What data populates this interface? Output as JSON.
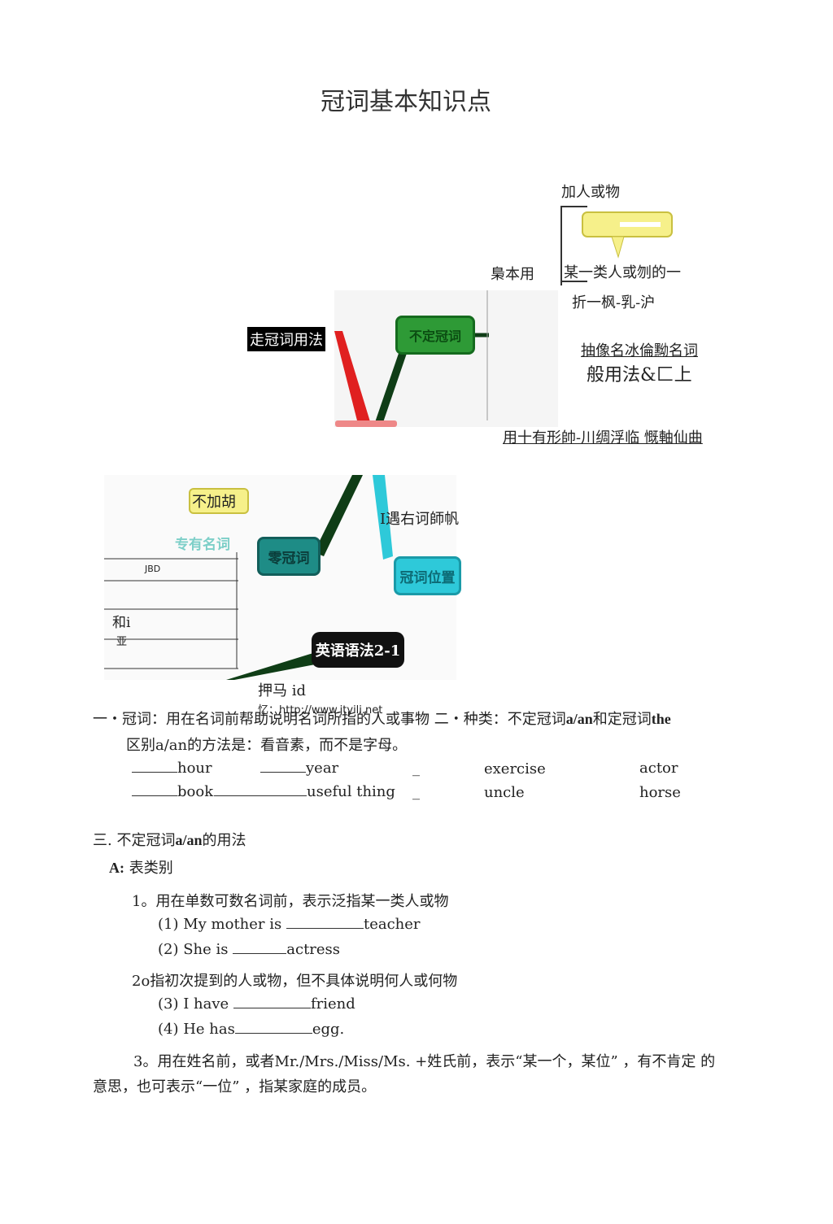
{
  "page": {
    "title": "冠词基本知识点"
  },
  "mindmap": {
    "label_add_people": "加人或物",
    "label_basic_use": "梟本用",
    "label_class": "某一类人或刎的一",
    "label_compare": "折一枫-乳-沪",
    "label_abstract": "抽像名冰倫黝名词",
    "label_general": "般用法&匚上",
    "label_sentence": "用十有形帥-川绸浮临 慨軸仙曲",
    "label_zero_usage": "走冠词用法",
    "node_indefinite": "不定冠词",
    "label_no_add": "不加胡",
    "node_proper": "专有名词",
    "node_zero": "零冠词",
    "label_meet": "I遇右诃師帆",
    "node_position": "冠词位置",
    "node_grammar": "英语语法2-1",
    "left_small_1": "JBD",
    "left_small_2": "和i",
    "left_small_3": "亚",
    "label_ya": "押马 id",
    "label_url": "忆：http://www.jtyili.net"
  },
  "section1": {
    "line": "一・冠词：用在名词前帮助说明名词所指的人或事物  二・种类：不定冠词",
    "aan": "a/an",
    "and": "和定冠词",
    "the": "the",
    "rule": "区别a/an的方法是：看音素，而不是字母。",
    "words_row1": [
      "hour",
      "year",
      "exercise",
      "actor"
    ],
    "words_row2": [
      "book",
      "useful thing",
      "uncle",
      "horse"
    ],
    "dash": "_"
  },
  "section3": {
    "heading_pre": "三. 不定冠词",
    "heading_bold": "a/an",
    "heading_post": "的用法",
    "a_label": "A:",
    "a_text": "表类别",
    "item1": "1。用在单数可数名词前，表示泛指某一类人或物",
    "ex1_pre": "(1)  My mother is",
    "ex1_post": "teacher",
    "ex2_pre": "(2)  She is",
    "ex2_post": "actress",
    "item2": "2o指初次提到的人或物，但不具体说明何人或何物",
    "ex3_pre": "(3)  I have",
    "ex3_post": "friend",
    "ex4_pre": "(4)  He has",
    "ex4_post": "egg.",
    "item3_line1": "3。用在姓名前，或者Mr./Mrs./Miss/Ms. +姓氏前，表示“某一个，某位”  ，有不肯定 的",
    "item3_line2": "意思，也可表示“一位”  ，指某家庭的成员。"
  },
  "colors": {
    "green": "#1f8a2a",
    "teal": "#1e8c86",
    "cyan": "#2ec9d9",
    "red": "#e02020",
    "yellow": "#f6f08a"
  }
}
